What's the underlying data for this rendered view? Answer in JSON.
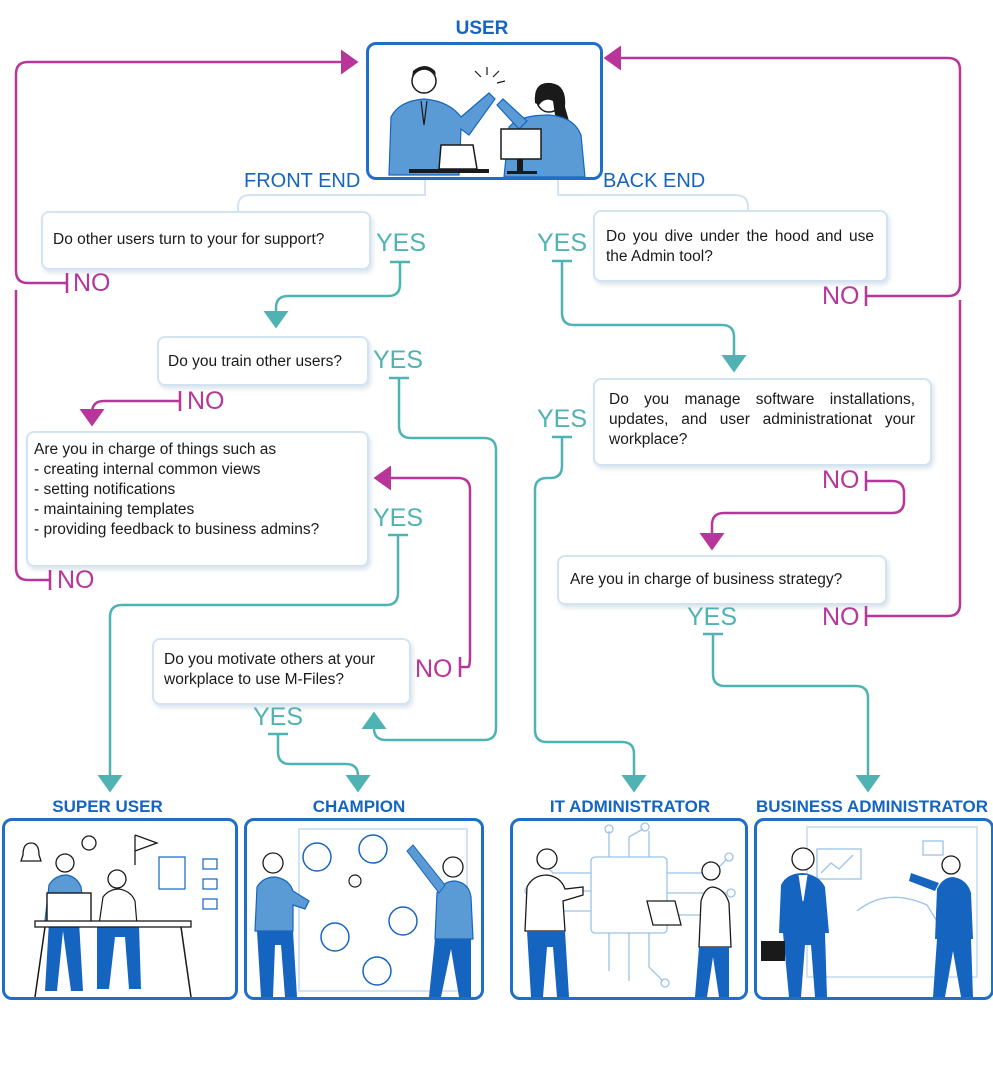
{
  "user": {
    "title": "USER"
  },
  "branches": {
    "front_end": "FRONT END",
    "back_end": "BACK END"
  },
  "questions": {
    "q1": "Do other users turn to your for support?",
    "q2": "Do you train other users?",
    "q3": {
      "intro": "Are you in charge of things such as",
      "items": [
        "- creating internal common views",
        "- setting notifications",
        "- maintaining templates",
        "- providing feedback to business admins?"
      ]
    },
    "q4": "Do you motivate others at your workplace to use  M-Files?",
    "q5": "Do you dive under the hood and use the Admin tool?",
    "q6": "Do you manage software installations, updates, and user administrationat your workplace?",
    "q7": "Are you in charge of business strategy?"
  },
  "answers": {
    "yes": "YES",
    "no": "NO"
  },
  "roles": {
    "super_user": "SUPER USER",
    "champion": "CHAMPION",
    "it_admin": "IT  ADMINISTRATOR",
    "business_admin": "BUSINESS ADMINISTRATOR"
  },
  "colors": {
    "yes": "#4fb3b3",
    "no": "#b8359a",
    "heading": "#1565c0",
    "card_border": "#1f6fc6",
    "question_border": "#d2e4f4",
    "illustration_fill": "#5b9bd5",
    "illustration_dark": "#1565c0"
  }
}
